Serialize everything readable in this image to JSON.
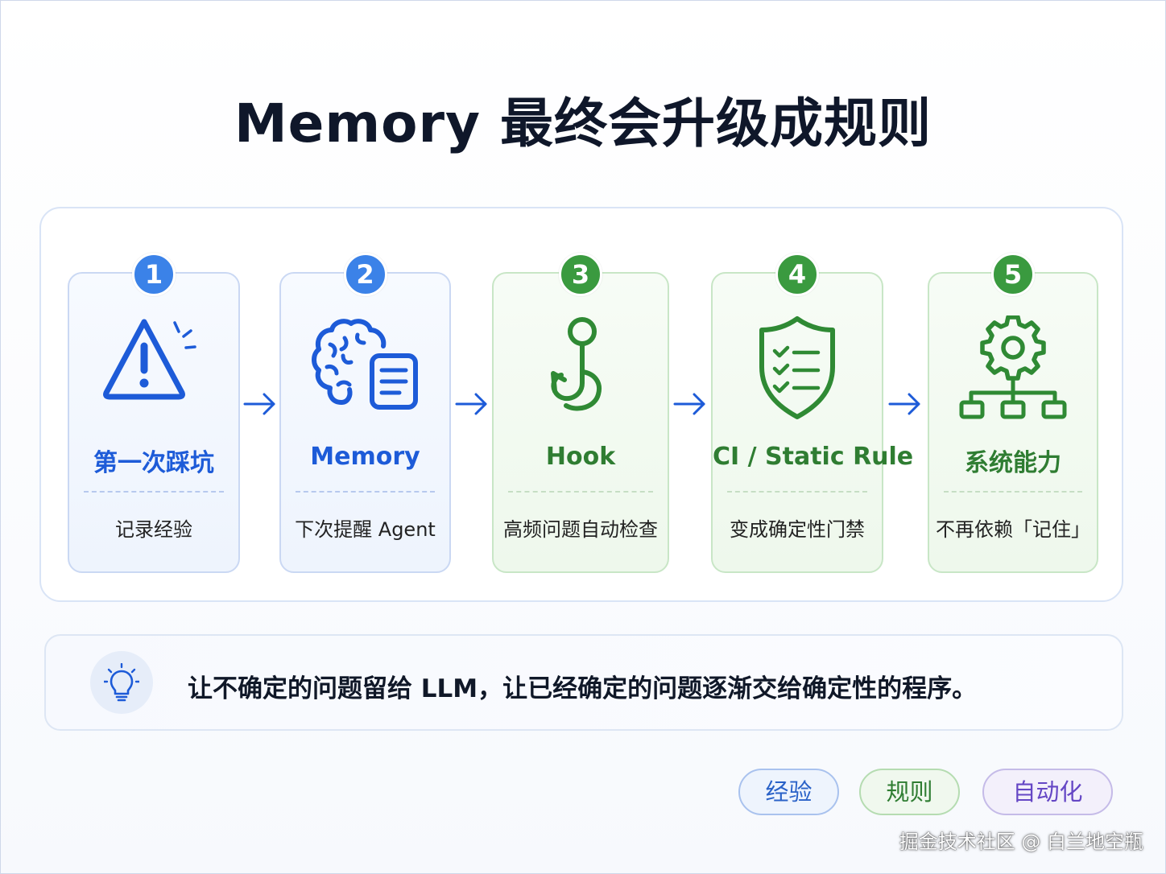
{
  "title": "Memory 最终会升级成规则",
  "colors": {
    "blue": "#1d5bd8",
    "green": "#2f7d32",
    "purple": "#6547c5"
  },
  "steps": [
    {
      "number": "1",
      "title": "第一次踩坑",
      "description": "记录经验",
      "icon": "warning-triangle-icon",
      "theme": "blue"
    },
    {
      "number": "2",
      "title": "Memory",
      "description": "下次提醒 Agent",
      "icon": "brain-document-icon",
      "theme": "blue"
    },
    {
      "number": "3",
      "title": "Hook",
      "description": "高频问题自动检查",
      "icon": "hook-icon",
      "theme": "green"
    },
    {
      "number": "4",
      "title": "CI / Static Rule",
      "description": "变成确定性门禁",
      "icon": "shield-checklist-icon",
      "theme": "green"
    },
    {
      "number": "5",
      "title": "系统能力",
      "description": "不再依赖「记住」",
      "icon": "gear-network-icon",
      "theme": "green"
    }
  ],
  "insight": {
    "icon": "lightbulb-icon",
    "text": "让不确定的问题留给 LLM，让已经确定的问题逐渐交给确定性的程序。"
  },
  "tags": [
    "经验",
    "规则",
    "自动化"
  ],
  "watermark": "掘金技术社区 @ 白兰地空瓶"
}
